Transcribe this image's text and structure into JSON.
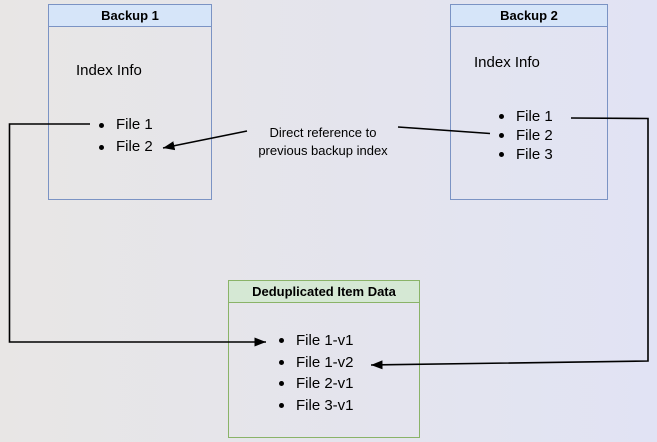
{
  "backup1": {
    "title": "Backup 1",
    "body_label": "Index Info",
    "items": [
      "File 1",
      "File 2"
    ]
  },
  "backup2": {
    "title": "Backup 2",
    "body_label": "Index Info",
    "items": [
      "File 1",
      "File 2",
      "File 3"
    ]
  },
  "dedup": {
    "title": "Deduplicated Item Data",
    "items": [
      "File 1-v1",
      "File 1-v2",
      "File 2-v1",
      "File 3-v1"
    ]
  },
  "annotation": {
    "line1": "Direct reference to",
    "line2": "previous backup index"
  },
  "colors": {
    "blue_header": "#d6e5f9",
    "blue_border": "#7b93c4",
    "green_header": "#d5e8d4",
    "green_border": "#8ab368",
    "arrow": "#000000",
    "bg_left": "#e8e6e5",
    "bg_right": "#e1e3f4"
  }
}
